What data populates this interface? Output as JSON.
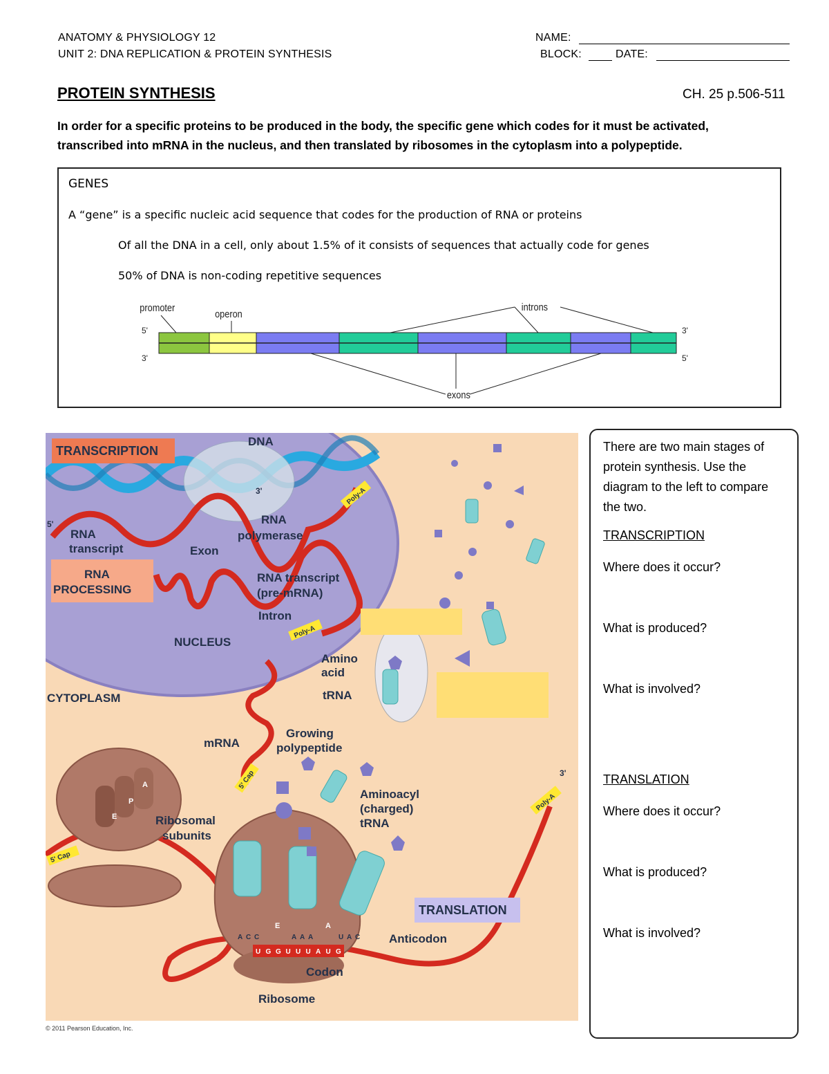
{
  "header": {
    "course": "ANATOMY & PHYSIOLOGY 12",
    "unit": "UNIT 2: DNA REPLICATION & PROTEIN SYNTHESIS",
    "name_label": "NAME:",
    "block_label": "BLOCK:",
    "date_label": "DATE:"
  },
  "title": "PROTEIN SYNTHESIS",
  "chapter_ref": "CH. 25 p.506-511",
  "intro": {
    "line1": "In order for a specific proteins to be produced in the body, the specific gene which codes for it must be activated,",
    "line2": "transcribed into mRNA in the nucleus, and then translated by ribosomes in the cytoplasm into a polypeptide."
  },
  "genes": {
    "heading": "GENES",
    "definition": "A “gene” is a specific nucleic acid sequence that codes for the production of RNA or proteins",
    "fact1": "Of all the DNA in a cell, only about 1.5% of it consists of sequences that actually code for genes",
    "fact2": "50% of DNA is non-coding repetitive sequences",
    "diagram": {
      "promoter": "promoter",
      "operon": "operon",
      "introns": "introns",
      "exons": "exons",
      "five_prime_top": "5'",
      "three_prime_top": "3'",
      "three_prime_bottom": "3'",
      "five_prime_bottom": "5'",
      "colors": {
        "promoter": "#8cc63f",
        "operon": "#ffff88",
        "exon": "#7b7cf2",
        "intron": "#22cc99"
      }
    }
  },
  "figure": {
    "transcription_label": "TRANSCRIPTION",
    "rna_processing_label_1": "RNA",
    "rna_processing_label_2": "PROCESSING",
    "dna": "DNA",
    "three_prime": "3'",
    "five_prime": "5'",
    "rna_transcript_1": "RNA",
    "rna_transcript_2": "transcript",
    "rna_polymerase_1": "RNA",
    "rna_polymerase_2": "polymerase",
    "exon": "Exon",
    "pre_mrna_1": "RNA transcript",
    "pre_mrna_2": "(pre-mRNA)",
    "intron": "Intron",
    "nucleus": "NUCLEUS",
    "poly_a": "Poly-A",
    "cytoplasm": "CYTOPLASM",
    "amino_acid_1": "Amino",
    "amino_acid_2": "acid",
    "trna": "tRNA",
    "mrna": "mRNA",
    "growing_1": "Growing",
    "growing_2": "polypeptide",
    "cap": "5' Cap",
    "aminoacyl_1": "Aminoacyl",
    "aminoacyl_2": "(charged)",
    "aminoacyl_3": "tRNA",
    "ribosomal_1": "Ribosomal",
    "ribosomal_2": "subunits",
    "translation_label": "TRANSLATION",
    "anticodon": "Anticodon",
    "codon": "Codon",
    "ribosome": "Ribosome",
    "site_e": "E",
    "site_p": "P",
    "site_a": "A",
    "codon_bases": [
      "U",
      "G",
      "G",
      "U",
      "U",
      "U",
      "A",
      "U",
      "G"
    ],
    "anticodon_left": [
      "A",
      "C",
      "C"
    ],
    "anticodon_mid": [
      "A",
      "A",
      "A"
    ],
    "anticodon_right": [
      "U",
      "A",
      "C"
    ],
    "copyright": "© 2011 Pearson Education, Inc."
  },
  "sidebar": {
    "intro": "There are two main stages of protein synthesis. Use the diagram to the left to compare the two.",
    "transcription_heading": "TRANSCRIPTION",
    "translation_heading": "TRANSLATION",
    "q_where": "Where does it occur?",
    "q_produced": "What is produced?",
    "q_involved": "What is involved?"
  }
}
